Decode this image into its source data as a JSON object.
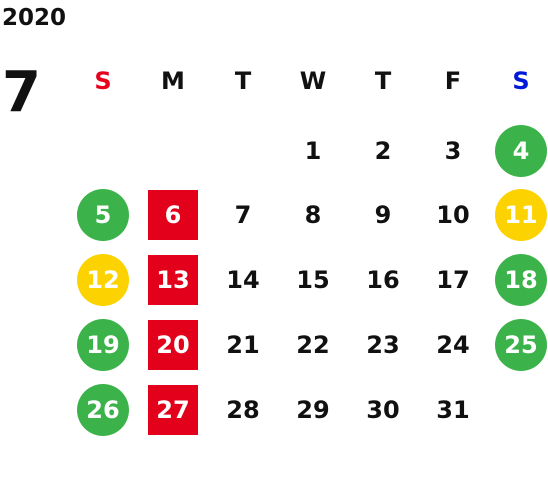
{
  "calendar": {
    "year": "2020",
    "month": "7",
    "weekdays": [
      {
        "label": "S",
        "color": "#e8001f"
      },
      {
        "label": "M",
        "color": "#111111"
      },
      {
        "label": "T",
        "color": "#111111"
      },
      {
        "label": "W",
        "color": "#111111"
      },
      {
        "label": "T",
        "color": "#111111"
      },
      {
        "label": "F",
        "color": "#111111"
      },
      {
        "label": "S",
        "color": "#0018d8"
      }
    ],
    "colors": {
      "green_circle": "#3cb34a",
      "yellow_circle": "#fcd200",
      "red_square": "#e2001a",
      "default_text": "#111111",
      "marked_text": "#ffffff"
    },
    "weeks": [
      [
        {
          "day": ""
        },
        {
          "day": ""
        },
        {
          "day": ""
        },
        {
          "day": "1"
        },
        {
          "day": "2"
        },
        {
          "day": "3"
        },
        {
          "day": "4",
          "marker": "green_circle"
        }
      ],
      [
        {
          "day": "5",
          "marker": "green_circle"
        },
        {
          "day": "6",
          "marker": "red_square"
        },
        {
          "day": "7"
        },
        {
          "day": "8"
        },
        {
          "day": "9"
        },
        {
          "day": "10"
        },
        {
          "day": "11",
          "marker": "yellow_circle"
        }
      ],
      [
        {
          "day": "12",
          "marker": "yellow_circle"
        },
        {
          "day": "13",
          "marker": "red_square"
        },
        {
          "day": "14"
        },
        {
          "day": "15"
        },
        {
          "day": "16"
        },
        {
          "day": "17"
        },
        {
          "day": "18",
          "marker": "green_circle"
        }
      ],
      [
        {
          "day": "19",
          "marker": "green_circle"
        },
        {
          "day": "20",
          "marker": "red_square"
        },
        {
          "day": "21"
        },
        {
          "day": "22"
        },
        {
          "day": "23"
        },
        {
          "day": "24"
        },
        {
          "day": "25",
          "marker": "green_circle"
        }
      ],
      [
        {
          "day": "26",
          "marker": "green_circle"
        },
        {
          "day": "27",
          "marker": "red_square"
        },
        {
          "day": "28"
        },
        {
          "day": "29"
        },
        {
          "day": "30"
        },
        {
          "day": "31"
        },
        {
          "day": ""
        }
      ]
    ]
  }
}
